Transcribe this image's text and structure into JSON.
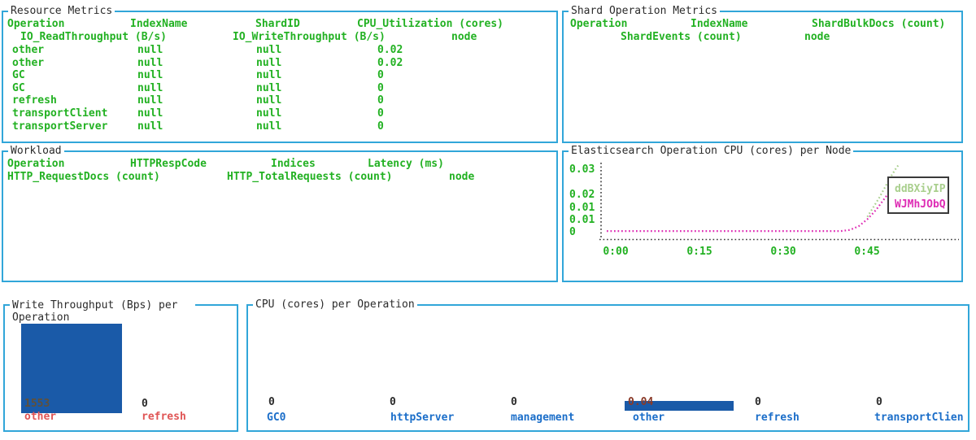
{
  "window": {
    "background": "#ffffff",
    "panel_border_color": "#31a6d9",
    "text_green": "#22b122",
    "title_color": "#2b2b2b"
  },
  "panels": {
    "resource_metrics": {
      "title": "Resource Metrics",
      "header_line1": [
        "Operation",
        "IndexName",
        "ShardID",
        "CPU_Utilization (cores)"
      ],
      "header_line2": [
        "IO_ReadThroughput (B/s)",
        "IO_WriteThroughput (B/s)",
        "node"
      ],
      "rows": [
        [
          "other",
          "null",
          "null",
          "0.02"
        ],
        [
          "other",
          "null",
          "null",
          "0.02"
        ],
        [
          "GC",
          "null",
          "null",
          "0"
        ],
        [
          "GC",
          "null",
          "null",
          "0"
        ],
        [
          "refresh",
          "null",
          "null",
          "0"
        ],
        [
          "transportClient",
          "null",
          "null",
          "0"
        ],
        [
          "transportServer",
          "null",
          "null",
          "0"
        ]
      ]
    },
    "shard_operation_metrics": {
      "title": "Shard Operation Metrics",
      "header_line1": [
        "Operation",
        "IndexName",
        "ShardBulkDocs (count)"
      ],
      "header_line2": [
        "ShardEvents (count)",
        "node"
      ],
      "rows": []
    },
    "workload": {
      "title": "Workload",
      "header_line1": [
        "Operation",
        "HTTPRespCode",
        "Indices",
        "Latency (ms)"
      ],
      "header_line2": [
        "HTTP_RequestDocs (count)",
        "HTTP_TotalRequests (count)",
        "node"
      ],
      "rows": []
    }
  },
  "chart_data": [
    {
      "type": "scatter",
      "title": "Elasticsearch Operation CPU (cores) per Node",
      "xlabel": "",
      "ylabel": "",
      "x_ticks": [
        "0:00",
        "0:15",
        "0:30",
        "0:45"
      ],
      "y_tick_labels": [
        "0.03",
        "0.02",
        "0.01",
        "0.01",
        "0"
      ],
      "ylim": [
        0,
        0.03
      ],
      "x_unit": "minutes",
      "legend_position": "right",
      "legend": [
        {
          "name": "ddBXiyIP",
          "color": "#a9cf8d"
        },
        {
          "name": "WJMhJObQ",
          "color": "#de2cb4"
        }
      ],
      "series": [
        {
          "name": "WJMhJObQ",
          "color": "#de2cb4",
          "points": [
            [
              0,
              0.001
            ],
            [
              40,
              0.001
            ],
            [
              41.5,
              0.0015
            ],
            [
              43,
              0.003
            ],
            [
              44.5,
              0.006
            ],
            [
              46,
              0.01
            ],
            [
              47.5,
              0.015
            ],
            [
              49,
              0.02
            ],
            [
              50.5,
              0.0215
            ]
          ]
        },
        {
          "name": "ddBXiyIP",
          "color": "#a9cf8d",
          "points": [
            [
              44.5,
              0.007
            ],
            [
              45.5,
              0.011
            ],
            [
              46.5,
              0.015
            ],
            [
              47.5,
              0.0195
            ],
            [
              48.5,
              0.024
            ],
            [
              49.5,
              0.028
            ],
            [
              50,
              0.0295
            ]
          ]
        }
      ]
    },
    {
      "type": "bar",
      "title": "Write Throughput (Bps) per Operation",
      "categories": [
        "other",
        "refresh"
      ],
      "values": [
        1553,
        0
      ],
      "value_labels": [
        "1553",
        "0"
      ],
      "ylim": [
        0,
        1553
      ],
      "bar_color": "#1a5aa8",
      "category_label_color": "#e05555",
      "value_color": "#2b2b2b",
      "value_in_bar_color": "#615038"
    },
    {
      "type": "bar",
      "title": "CPU (cores) per Operation",
      "categories": [
        "GC0",
        "httpServer",
        "management",
        "other",
        "refresh",
        "transportClien"
      ],
      "values": [
        0,
        0,
        0,
        0.04,
        0,
        0
      ],
      "value_labels": [
        "0",
        "0",
        "0",
        "0.04",
        "0",
        "0"
      ],
      "ylim": [
        0,
        0.04
      ],
      "bar_color": "#1a5aa8",
      "category_label_color": "#1b6ec9",
      "value_color": "#2b2b2b",
      "value_in_bar_color": "#8a3a28"
    }
  ]
}
